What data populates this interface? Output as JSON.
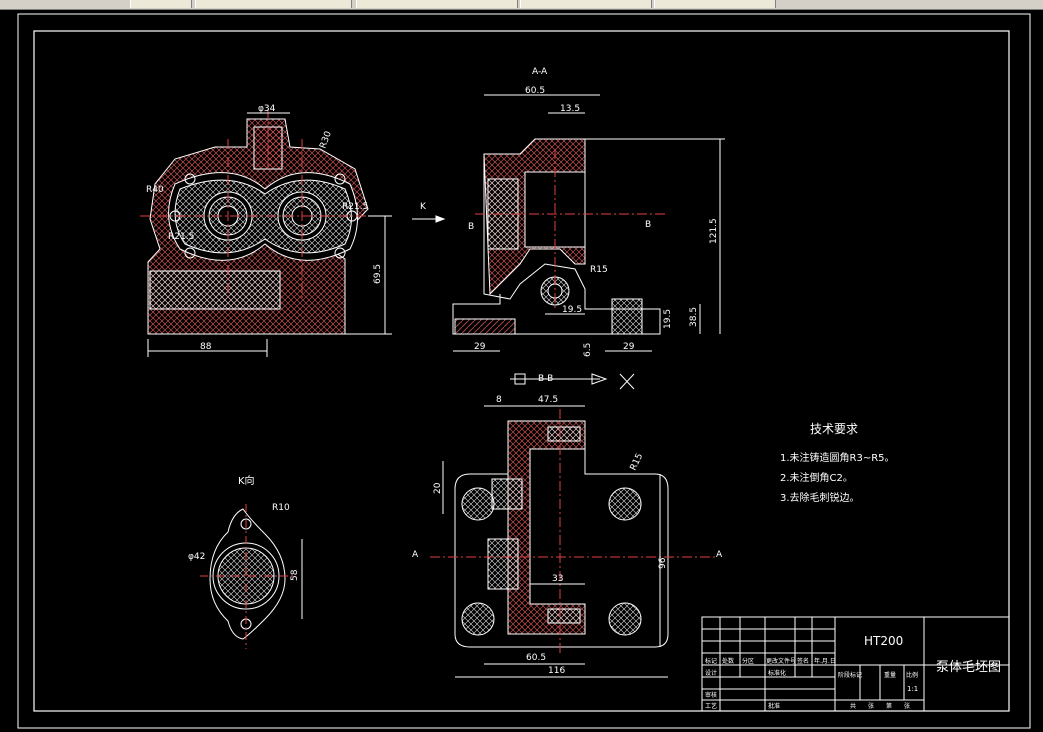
{
  "toolbar": {
    "tabs": [
      "",
      "",
      "",
      "",
      ""
    ]
  },
  "drawing": {
    "views": {
      "section_aa": "A-A",
      "section_bb": "B-B",
      "view_k": "K向",
      "arrow_k": "K"
    },
    "dims": {
      "d34": "φ34",
      "r40": "R40",
      "r30": "R30",
      "r21_5a": "R21.5",
      "r21_5b": "R21.5",
      "d88": "88",
      "d69_5": "69.5",
      "d60_5": "60.5",
      "d13_5": "13.5",
      "d121_5": "121.5",
      "r15": "R15",
      "d19_5a": "19.5",
      "d19_5b": "19.5",
      "d29a": "29",
      "d29b": "29",
      "d6_5": "6.5",
      "d38_5": "38.5",
      "d8": "8",
      "d47_5": "47.5",
      "d20": "20",
      "r15b": "R15",
      "d33": "33",
      "d60_5b": "60.5",
      "d116": "116",
      "d96": "96",
      "r10": "R10",
      "d42": "φ42",
      "d58": "58",
      "sec_a": "A",
      "sec_b": "B"
    },
    "requirements": {
      "title": "技术要求",
      "items": [
        "1.未注铸造圆角R3~R5。",
        "2.未注倒角C2。",
        "3.去除毛刺锐边。"
      ]
    },
    "title_block": {
      "material": "HT200",
      "part_name": "泵体毛坯图",
      "scale": "1:1",
      "labels": [
        "标记",
        "处数",
        "分区",
        "更改文件号",
        "签名",
        "年.月.日",
        "设计",
        "标准化",
        "阶段标记",
        "重量",
        "比例",
        "审核",
        "工艺",
        "批准",
        "共",
        "张",
        "第",
        "张"
      ]
    }
  }
}
